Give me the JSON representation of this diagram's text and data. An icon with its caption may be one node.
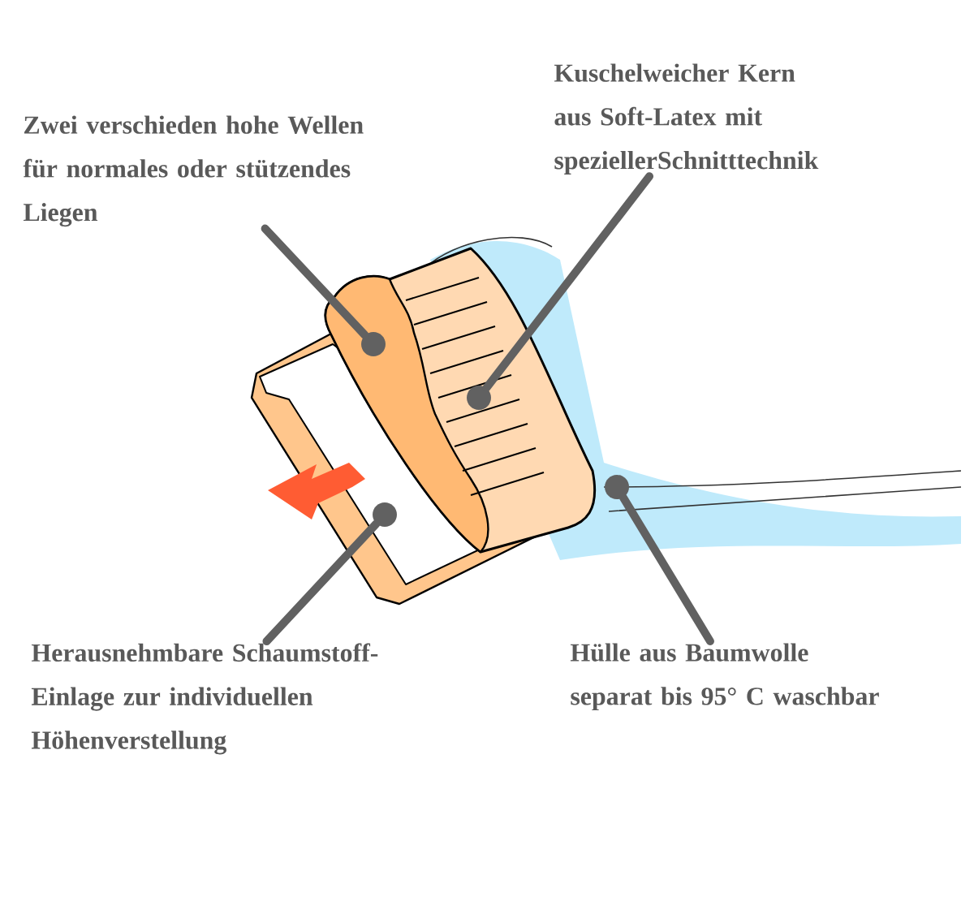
{
  "diagram": {
    "nodes": [
      {
        "text": [
          "Zwei verschieden hohe Wellen für normales oder stützendes Liegen"
        ]
      },
      {
        "text": [
          "Kuschelweicher Kern aus Soft-Latex mit speziellerSchnitttechnik"
        ]
      },
      {
        "text": [
          "Herausnehmbare Schaumstoff- Einlage zur individuellen Höhenverstellung"
        ]
      },
      {
        "text": [
          "Hülle aus Baumwolle separat bis 95° C waschbar"
        ]
      },
      {
        "text": [],
        "shape": "circle"
      },
      {
        "text": [],
        "shape": "circle"
      },
      {
        "text": [],
        "shape": "circle"
      },
      {
        "text": [],
        "shape": "circle"
      }
    ],
    "edges": [
      {
        "from": 0,
        "to": 4,
        "arrow": "none"
      },
      {
        "from": 1,
        "to": 5,
        "arrow": "none"
      },
      {
        "from": 2,
        "to": 6,
        "arrow": "none"
      },
      {
        "from": 3,
        "to": 7,
        "arrow": "none"
      }
    ]
  }
}
